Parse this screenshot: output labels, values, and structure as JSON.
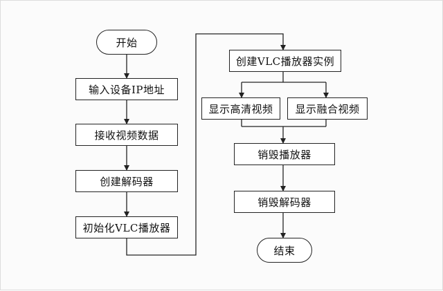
{
  "flowchart": {
    "left_column": {
      "start": "开始",
      "steps": [
        "输入设备IP地址",
        "接收视频数据",
        "创建解码器",
        "初始化VLC播放器"
      ]
    },
    "right_column": {
      "create_instance": "创建VLC播放器实例",
      "branches": [
        "显示高清视频",
        "显示融合视频"
      ],
      "destroy_player": "销毁播放器",
      "destroy_decoder": "销毁解码器",
      "end": "结束"
    }
  },
  "colors": {
    "stroke": "#222222",
    "box_fill": "#ffffff",
    "background": "#fbfbfb"
  }
}
